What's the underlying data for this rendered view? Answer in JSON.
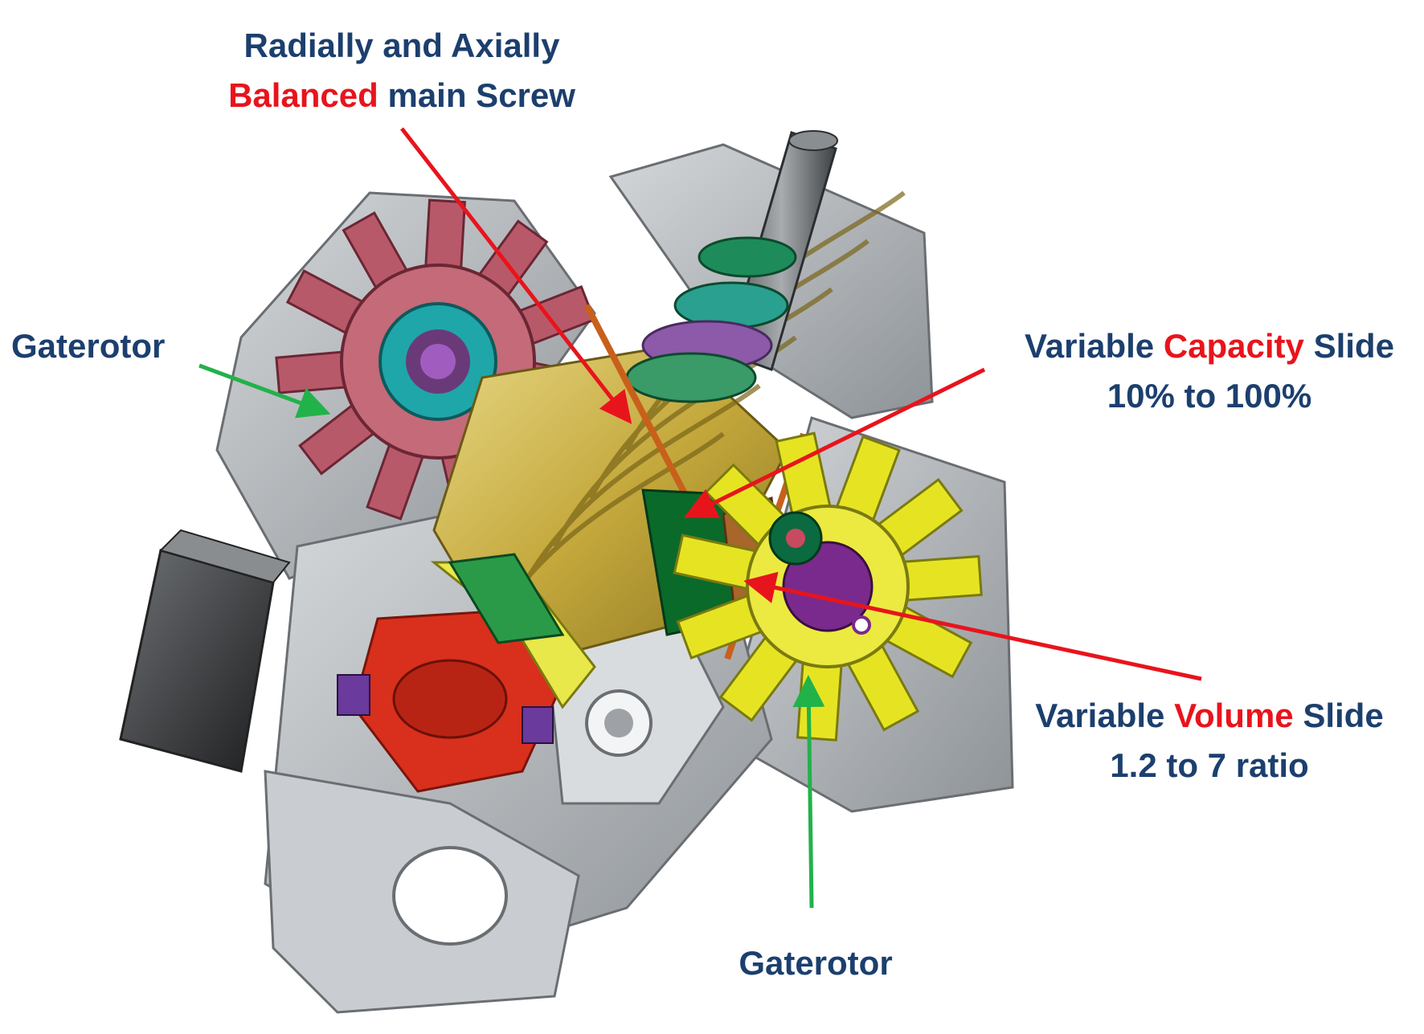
{
  "colors": {
    "label_text": "#1c3f6e",
    "highlight_text": "#e8141c",
    "pointer_red": "#e8141c",
    "pointer_green": "#22b24a",
    "housing": "#b8bcc0",
    "main_screw": "#c9b040",
    "gaterotor_left": "#b8596a",
    "gaterotor_right": "#e6e422",
    "capacity_slide": "#0a6a2a",
    "volume_slide": "#a8662a",
    "end_bearing_housing": "#d8301c"
  },
  "labels": {
    "main_screw": {
      "line1": "Radially and Axially",
      "line2_highlight": "Balanced",
      "line2_rest": " main Screw"
    },
    "gaterotor_left": "Gaterotor",
    "capacity_slide": {
      "line1_pre": "Variable ",
      "line1_highlight": "Capacity",
      "line1_post": " Slide",
      "line2": "10% to 100%"
    },
    "volume_slide": {
      "line1_pre": "Variable ",
      "line1_highlight": "Volume",
      "line1_post": " Slide",
      "line2": "1.2 to 7 ratio"
    },
    "gaterotor_bottom": "Gaterotor"
  }
}
